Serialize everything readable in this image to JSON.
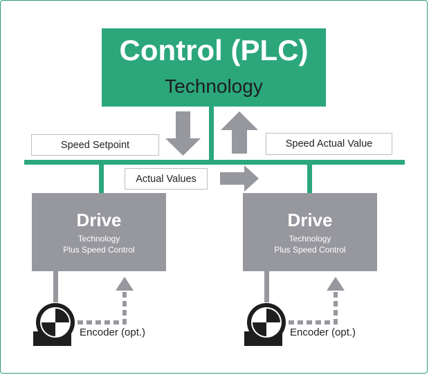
{
  "control": {
    "title": "Control (PLC)",
    "subtitle": "Technology"
  },
  "labels": {
    "speed_setpoint": "Speed Setpoint",
    "speed_actual_value": "Speed Actual Value",
    "actual_values": "Actual Values"
  },
  "drives": [
    {
      "title": "Drive",
      "line1": "Technology",
      "line2": "Plus Speed Control",
      "encoder": "Encoder (opt.)"
    },
    {
      "title": "Drive",
      "line1": "Technology",
      "line2": "Plus Speed Control",
      "encoder": "Encoder (opt.)"
    }
  ],
  "colors": {
    "green": "#2ba77b",
    "gray": "#97979e",
    "dark": "#1e1e1e"
  },
  "icons": [
    "motor-icon",
    "down-arrow-icon",
    "up-arrow-icon",
    "right-arrow-icon",
    "encoder-feedback-arrow-icon"
  ]
}
